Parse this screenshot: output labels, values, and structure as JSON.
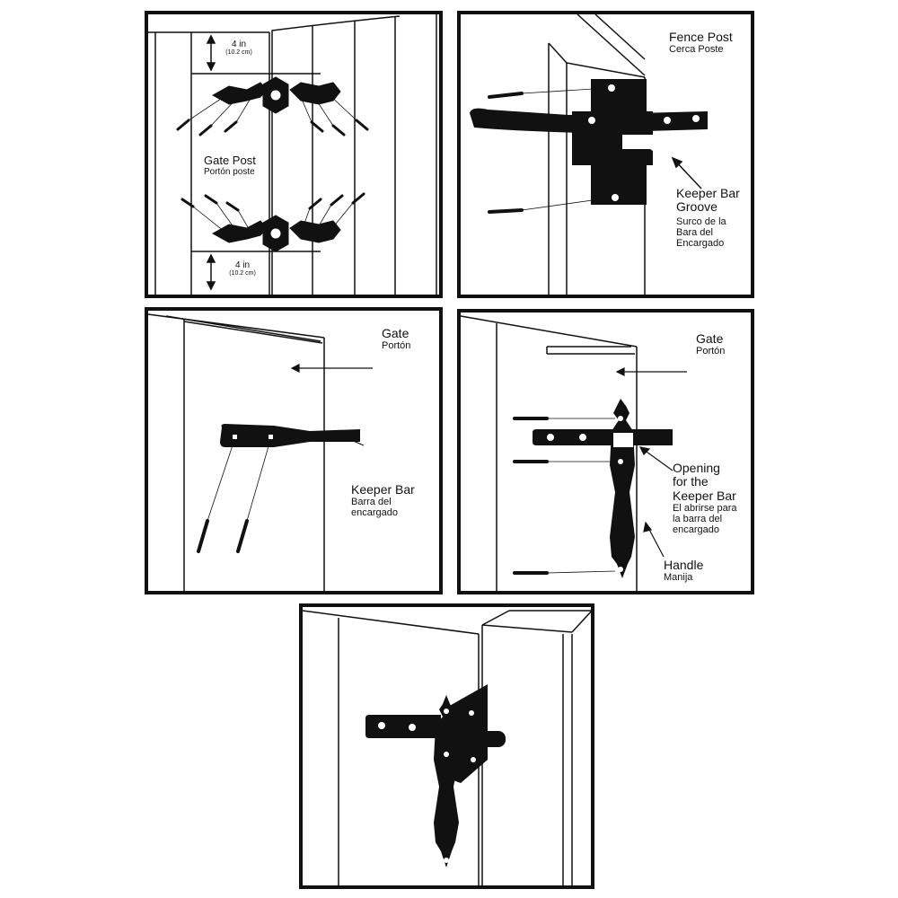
{
  "panel1": {
    "top_measure": {
      "value": "4 in",
      "metric": "(10.2 cm)"
    },
    "bottom_measure": {
      "value": "4 in",
      "metric": "(10.2 cm)"
    },
    "gate_post": {
      "en": "Gate Post",
      "es": "Portón poste"
    }
  },
  "panel2": {
    "fence_post": {
      "en": "Fence Post",
      "es": "Cerca Poste"
    },
    "keeper_groove": {
      "en_line1": "Keeper Bar",
      "en_line2": "Groove",
      "es_line1": "Surco de la",
      "es_line2": "Bara del",
      "es_line3": "Encargado"
    }
  },
  "panel3": {
    "gate": {
      "en": "Gate",
      "es": "Portón"
    },
    "keeper_bar": {
      "en": "Keeper Bar",
      "es_line1": "Barra del",
      "es_line2": "encargado"
    }
  },
  "panel4": {
    "gate": {
      "en": "Gate",
      "es": "Portón"
    },
    "opening": {
      "en_line1": "Opening",
      "en_line2": "for the",
      "en_line3": "Keeper Bar",
      "es_line1": "El abrirse para",
      "es_line2": "la barra del",
      "es_line3": "encargado"
    },
    "handle": {
      "en": "Handle",
      "es": "Manija"
    }
  },
  "colors": {
    "ink": "#111111",
    "paper": "#ffffff"
  }
}
